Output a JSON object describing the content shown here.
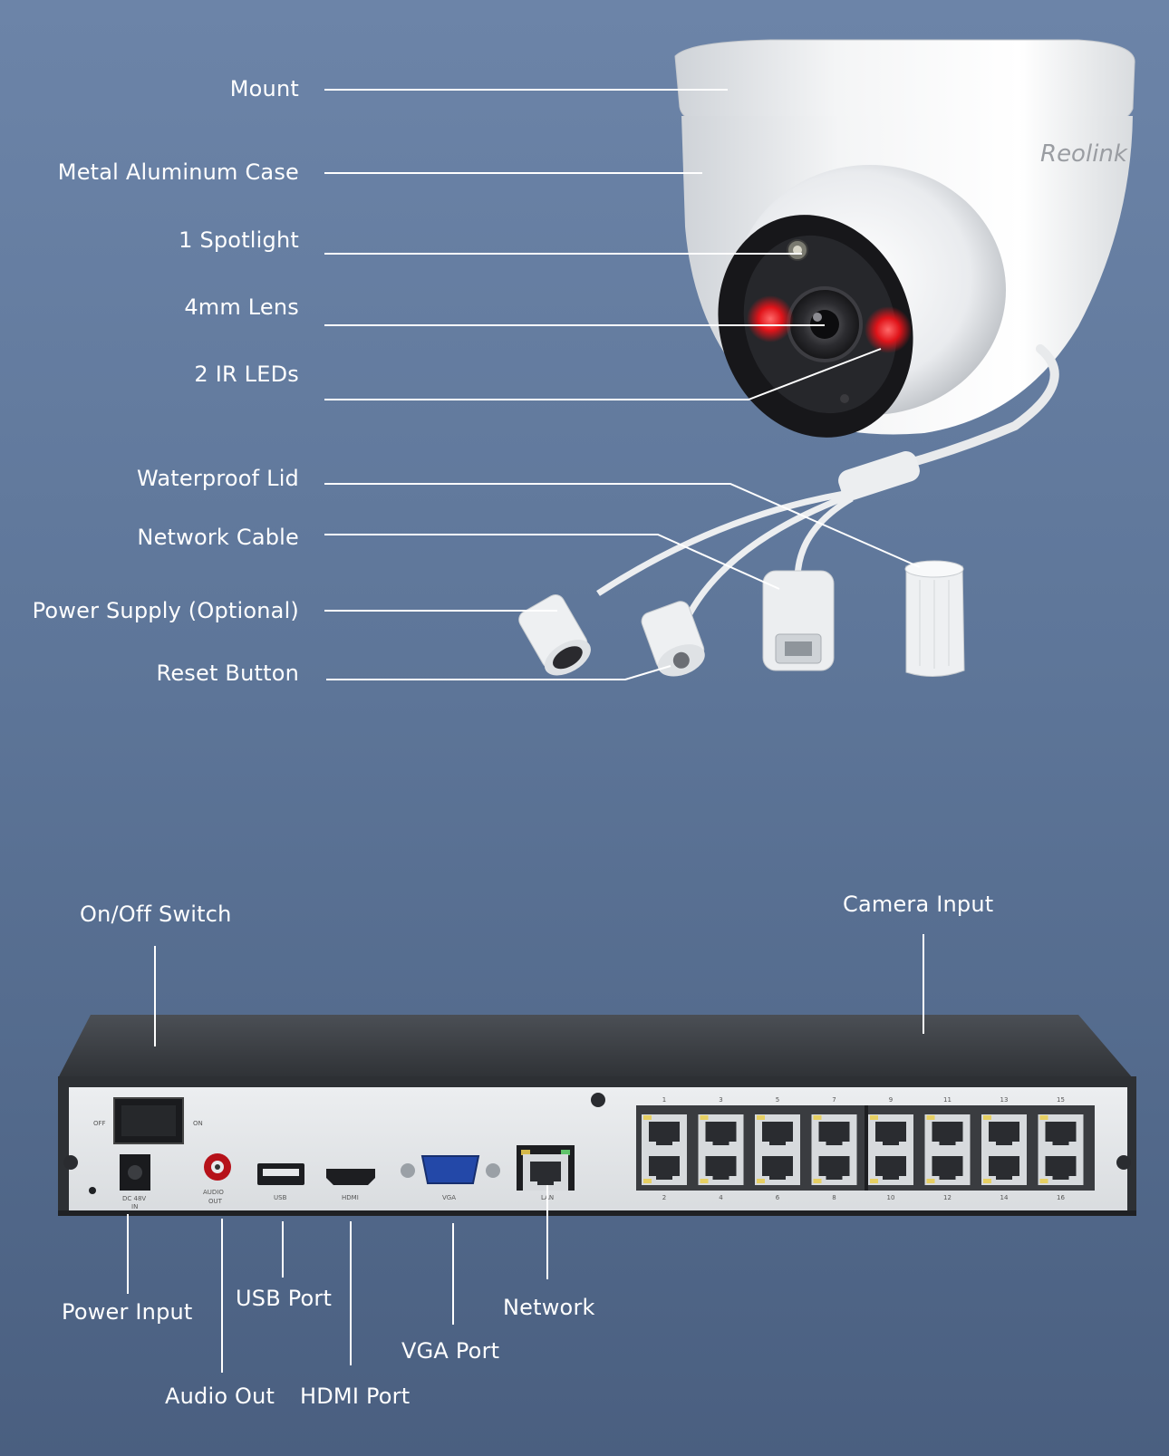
{
  "camera": {
    "brand": "Reolink",
    "callouts": [
      {
        "id": "mount",
        "label": "Mount"
      },
      {
        "id": "case",
        "label": "Metal Aluminum Case"
      },
      {
        "id": "spotlight",
        "label": "1 Spotlight"
      },
      {
        "id": "lens",
        "label": "4mm Lens"
      },
      {
        "id": "ir",
        "label": "2 IR LEDs"
      },
      {
        "id": "lid",
        "label": "Waterproof Lid"
      },
      {
        "id": "cable",
        "label": "Network Cable"
      },
      {
        "id": "power",
        "label": "Power Supply (Optional)"
      },
      {
        "id": "reset",
        "label": "Reset Button"
      }
    ]
  },
  "nvr": {
    "callouts": {
      "switch": "On/Off Switch",
      "camera_input": "Camera Input",
      "power_input": "Power Input",
      "usb": "USB Port",
      "audio": "Audio Out",
      "hdmi": "HDMI Port",
      "vga": "VGA Port",
      "network": "Network"
    },
    "panel": {
      "off": "OFF",
      "on": "ON",
      "dc": "DC 48V",
      "dc_in": "IN",
      "audio_top": "AUDIO",
      "audio_bottom": "OUT",
      "usb": "USB",
      "hdmi": "HDMI",
      "vga": "VGA",
      "lan": "LAN",
      "top_ports": [
        "1",
        "3",
        "5",
        "7",
        "9",
        "11",
        "13",
        "15"
      ],
      "bottom_ports": [
        "2",
        "4",
        "6",
        "8",
        "10",
        "12",
        "14",
        "16"
      ]
    }
  }
}
